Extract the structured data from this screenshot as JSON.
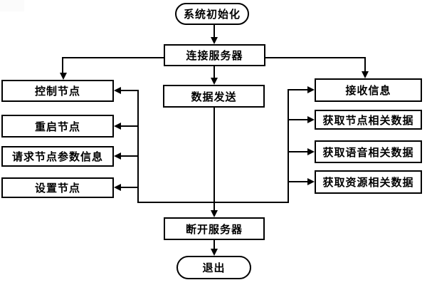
{
  "diagram": {
    "start": {
      "label": "系统初始化"
    },
    "connect": {
      "label": "连接服务器"
    },
    "send": {
      "label": "数据发送"
    },
    "left_nodes": [
      {
        "label": "控制节点"
      },
      {
        "label": "重启节点"
      },
      {
        "label": "请求节点参数信息"
      },
      {
        "label": "设置节点"
      }
    ],
    "right_nodes": [
      {
        "label": "接收信息"
      },
      {
        "label": "获取节点相关数据"
      },
      {
        "label": "获取语音相关数据"
      },
      {
        "label": "获取资源相关数据"
      }
    ],
    "disconnect": {
      "label": "断开服务器"
    },
    "exit": {
      "label": "退出"
    },
    "colors": {
      "line": "#000000",
      "background": "#ffffff",
      "box_fill": "#ffffff",
      "text": "#000000"
    }
  }
}
